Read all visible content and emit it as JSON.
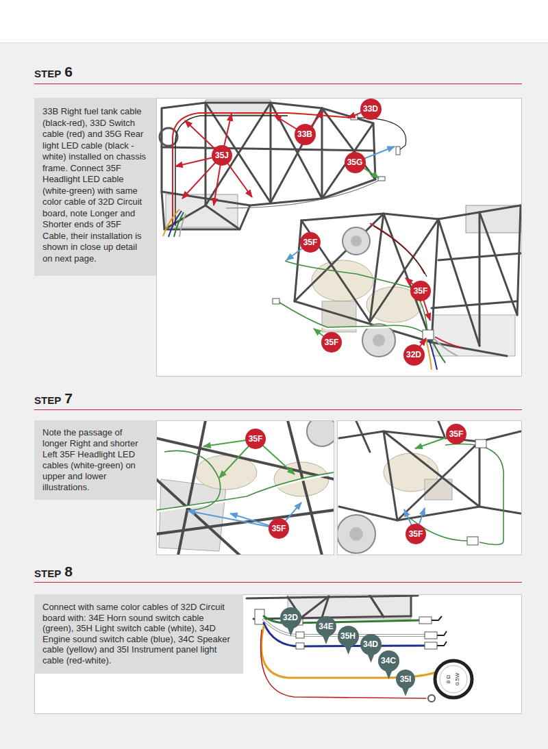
{
  "diagram": {
    "nodes": [
      {
        "text": [
          "33B Right fuel tank cable (black-red), 33D Switch cable (red) and 35G Rear light LED cable (black - white) installed on chassis frame. Connect 35F Headlight LED cable (white-green) with same color cable of 32D Circuit board, note Longer and Shorter ends of 35F Cable, their installation is shown in close up detail on next page."
        ]
      },
      {
        "text": [
          "33D"
        ]
      },
      {
        "text": [
          "33B"
        ]
      },
      {
        "text": [
          "35J"
        ]
      },
      {
        "text": [
          "35G"
        ]
      },
      {
        "text": [
          "35F"
        ]
      },
      {
        "text": [
          "35F"
        ]
      },
      {
        "text": [
          "35F"
        ]
      },
      {
        "text": [
          "32D"
        ]
      },
      {
        "text": [
          "Note the passage of longer Right and shorter Left 35F Headlight LED cables (white-green) on upper and lower illustrations."
        ]
      },
      {
        "text": [
          "35F"
        ]
      },
      {
        "text": [
          "35F"
        ]
      },
      {
        "text": [
          "35F"
        ]
      },
      {
        "text": [
          "35F"
        ]
      },
      {
        "text": [
          "Connect with same color cables of 32D Circuit board with: 34E Horn sound switch cable (green), 35H Light switch cable (white), 34D Engine sound switch cable (blue), 34C Speaker cable (yellow) and 35I Instrument panel light cable (red-white)."
        ]
      },
      {
        "text": [
          "32D"
        ]
      },
      {
        "text": [
          "34E"
        ]
      },
      {
        "text": [
          "35H"
        ]
      },
      {
        "text": [
          "34D"
        ]
      },
      {
        "text": [
          "34C"
        ]
      },
      {
        "text": [
          "35I"
        ]
      }
    ],
    "labels": [
      "STEP",
      "6",
      "STEP",
      "7",
      "STEP",
      "8",
      "8 Ω",
      "0.5W"
    ]
  }
}
